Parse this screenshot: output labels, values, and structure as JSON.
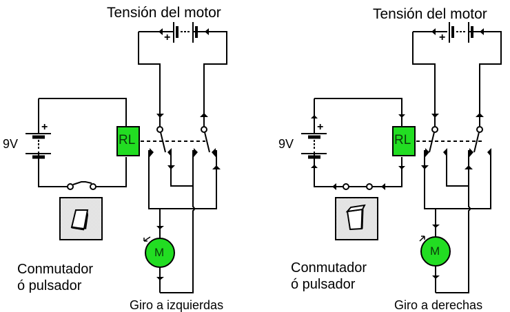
{
  "colors": {
    "component_fill": "#22dd22",
    "wire": "#000000",
    "background": "#ffffff"
  },
  "left_circuit": {
    "motor_supply_label": "Tensión del motor",
    "control_voltage_label": "9V",
    "battery_plus": "+",
    "motor_supply_plus": "+",
    "relay_label": "RL",
    "motor_label": "M",
    "switch_state": "open",
    "switch_caption_line1": "Conmutador",
    "switch_caption_line2": "ó pulsador",
    "rotation_label": "Giro a izquierdas",
    "rotation_icon": "counterclockwise-arrow-icon",
    "toggle_icon": "toggle-switch-off-icon"
  },
  "right_circuit": {
    "motor_supply_label": "Tensión del motor",
    "control_voltage_label": "9V",
    "battery_plus": "+",
    "motor_supply_plus": "+",
    "relay_label": "RL",
    "motor_label": "M",
    "switch_state": "closed",
    "switch_caption_line1": "Conmutador",
    "switch_caption_line2": "ó pulsador",
    "rotation_label": "Giro a derechas",
    "rotation_icon": "clockwise-arrow-icon",
    "toggle_icon": "toggle-switch-on-icon"
  }
}
